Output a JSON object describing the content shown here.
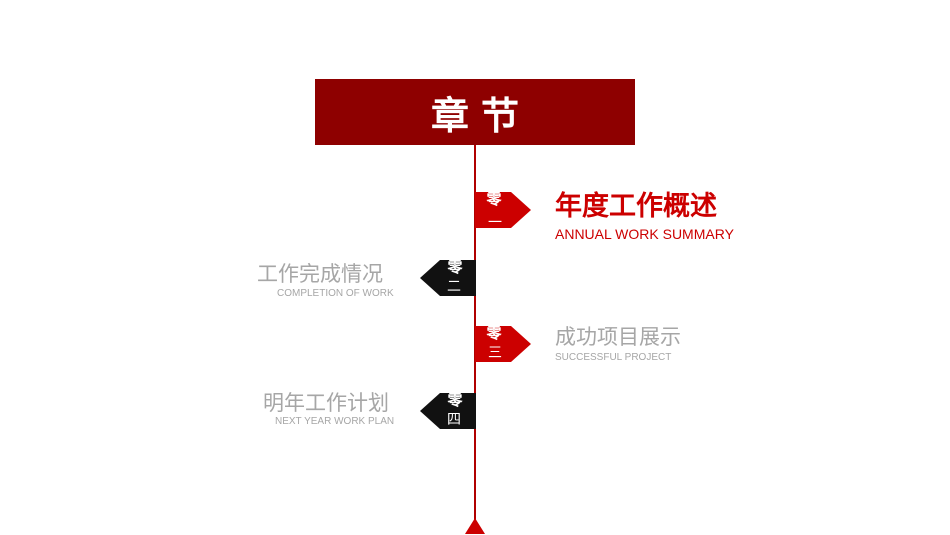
{
  "header": {
    "title": "章节"
  },
  "colors": {
    "primary": "#8e0000",
    "active": "#cc0000",
    "dark": "#111111",
    "muted": "#a6a6a6"
  },
  "items": [
    {
      "tag_top": "零",
      "tag_num": "一",
      "title": "年度工作概述",
      "subtitle": "ANNUAL WORK SUMMARY"
    },
    {
      "tag_top": "零",
      "tag_num": "二",
      "title": "工作完成情况",
      "subtitle": "COMPLETION OF WORK"
    },
    {
      "tag_top": "零",
      "tag_num": "三",
      "title": "成功项目展示",
      "subtitle": "SUCCESSFUL PROJECT"
    },
    {
      "tag_top": "零",
      "tag_num": "四",
      "title": "明年工作计划",
      "subtitle": "NEXT YEAR WORK PLAN"
    }
  ]
}
